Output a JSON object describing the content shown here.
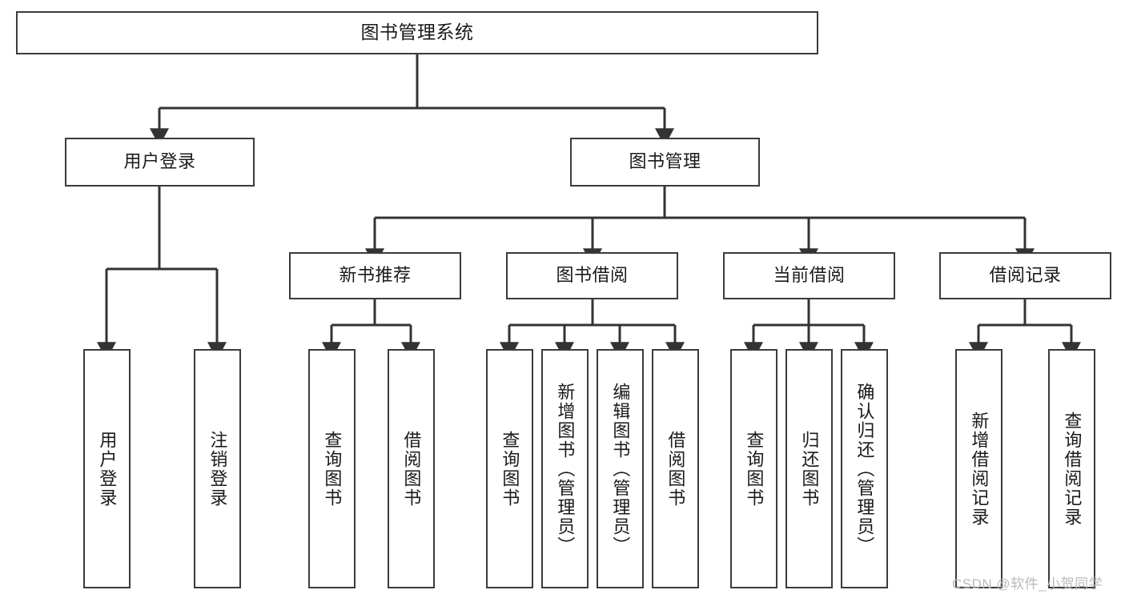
{
  "diagram": {
    "title": "图书管理系统",
    "type": "tree-structure-chart",
    "orientation": "top-down",
    "colors": {
      "background": "#ffffff",
      "border": "#3b3b3b",
      "connector": "#333333",
      "text": "#1a1a1a",
      "watermark": "#b9b9b9"
    }
  },
  "nodes": {
    "root": {
      "label": "图书管理系统",
      "level": 1
    },
    "level2": [
      {
        "id": "user-login",
        "label": "用户登录",
        "level": 2
      },
      {
        "id": "book-management",
        "label": "图书管理",
        "level": 2
      }
    ],
    "level3": [
      {
        "id": "new-book-recommend",
        "label": "新书推荐",
        "level": 3,
        "parent": "book-management"
      },
      {
        "id": "book-borrow",
        "label": "图书借阅",
        "level": 3,
        "parent": "book-management"
      },
      {
        "id": "current-borrow",
        "label": "当前借阅",
        "level": 3,
        "parent": "book-management"
      },
      {
        "id": "borrow-record",
        "label": "借阅记录",
        "level": 3,
        "parent": "book-management"
      }
    ],
    "leaves": [
      {
        "id": "leaf-user-login",
        "label": "用户登录",
        "parent": "user-login"
      },
      {
        "id": "leaf-logout-login",
        "label": "注销登录",
        "parent": "user-login"
      },
      {
        "id": "leaf-query-book-1",
        "label": "查询图书",
        "parent": "new-book-recommend"
      },
      {
        "id": "leaf-borrow-book-1",
        "label": "借阅图书",
        "parent": "new-book-recommend"
      },
      {
        "id": "leaf-query-book-2",
        "label": "查询图书",
        "parent": "book-borrow"
      },
      {
        "id": "leaf-add-book",
        "label": "新增图书（管理员）",
        "parent": "book-borrow"
      },
      {
        "id": "leaf-edit-book",
        "label": "编辑图书（管理员）",
        "parent": "book-borrow"
      },
      {
        "id": "leaf-borrow-book-2",
        "label": "借阅图书",
        "parent": "book-borrow"
      },
      {
        "id": "leaf-query-book-3",
        "label": "查询图书",
        "parent": "current-borrow"
      },
      {
        "id": "leaf-return-book",
        "label": "归还图书",
        "parent": "current-borrow"
      },
      {
        "id": "leaf-confirm-return",
        "label": "确认归还（管理员）",
        "parent": "current-borrow"
      },
      {
        "id": "leaf-add-record",
        "label": "新增借阅记录",
        "parent": "borrow-record"
      },
      {
        "id": "leaf-query-record",
        "label": "查询借阅记录",
        "parent": "borrow-record"
      }
    ]
  },
  "watermark": {
    "text": "CSDN @软件_小贺同学"
  }
}
